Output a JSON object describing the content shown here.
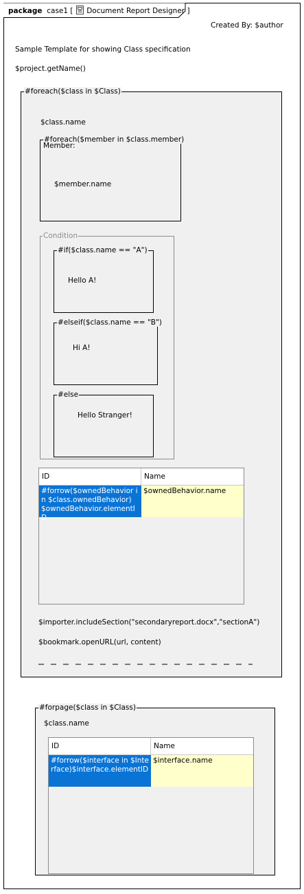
{
  "header": {
    "keyword": "package",
    "name": "case1",
    "tab_title": "Document Report Designer"
  },
  "created_by": "Created By: $author",
  "description": "Sample Template for showing Class specification",
  "project_name": "$project.getName()",
  "foreach_class": {
    "label": "#foreach($class in $Class)",
    "class_name": "$class.name",
    "foreach_member": {
      "label": "#foreach($member in $class.member)",
      "member_label": "Member:",
      "member_name": "$member.name"
    },
    "condition": {
      "label": "Condition",
      "if": {
        "label": "#if($class.name == \"A\")",
        "text": "Hello A!"
      },
      "elseif": {
        "label": "#elseif($class.name == \"B\")",
        "text": "Hi A!"
      },
      "else": {
        "label": "#else",
        "text": "Hello Stranger!"
      }
    },
    "table": {
      "headers": [
        "ID",
        "Name"
      ],
      "row": [
        "#forrow($ownedBehavior in $class.ownedBehavior)$ownedBehavior.elementID",
        "$ownedBehavior.name"
      ]
    },
    "importer": "$importer.includeSection(\"secondaryreport.docx\",\"sectionA\")",
    "bookmark": "$bookmark.openURL(url, content)"
  },
  "forpage": {
    "label": "#forpage($class in $Class)",
    "class_name": "$class.name",
    "table": {
      "headers": [
        "ID",
        "Name"
      ],
      "row": [
        "#forrow($interface in $Interface)$interface.elementID",
        "$interface.name"
      ]
    }
  },
  "colors": {
    "selection": "#0a74d6",
    "cell_highlight": "#ffffcc",
    "panel": "#f0f0f0"
  }
}
